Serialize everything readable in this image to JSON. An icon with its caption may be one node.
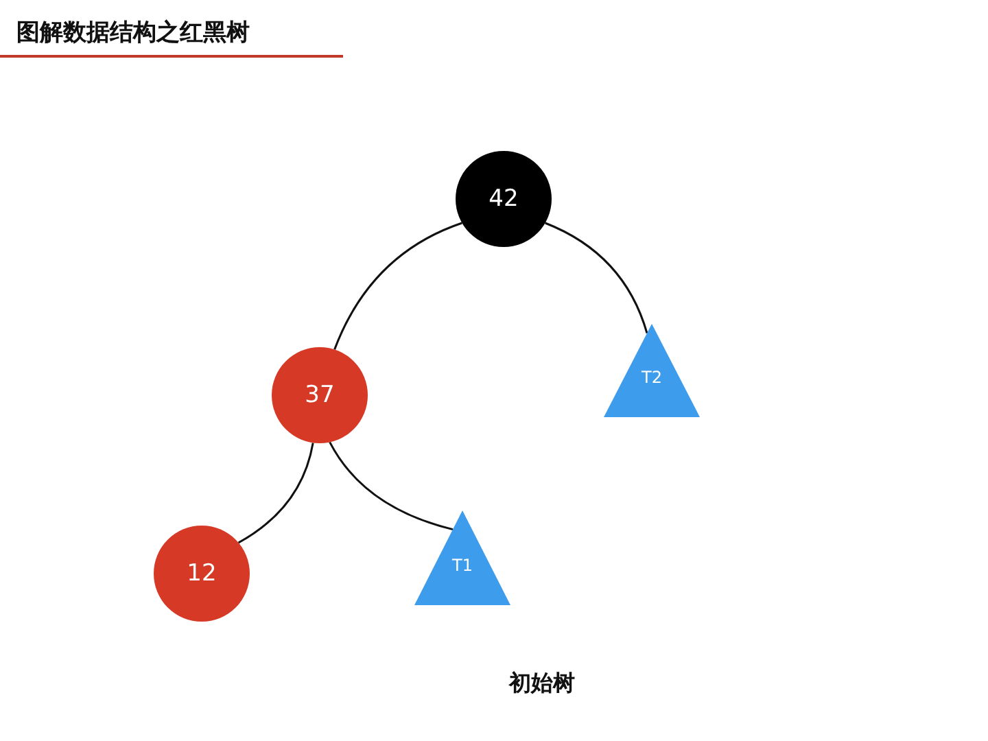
{
  "diagram": {
    "title": "图解数据结构之红黑树",
    "caption": "初始树",
    "nodes": [
      {
        "text": [
          "42"
        ]
      },
      {
        "text": [
          "37"
        ]
      },
      {
        "text": [
          "T2"
        ]
      },
      {
        "text": [
          "12"
        ]
      },
      {
        "text": [
          "T1"
        ]
      }
    ],
    "edges": [
      {
        "from": 0,
        "to": 1,
        "arrow": "none"
      },
      {
        "from": 0,
        "to": 2,
        "arrow": "none"
      },
      {
        "from": 1,
        "to": 3,
        "arrow": "none"
      },
      {
        "from": 1,
        "to": 4,
        "arrow": "none"
      }
    ]
  }
}
